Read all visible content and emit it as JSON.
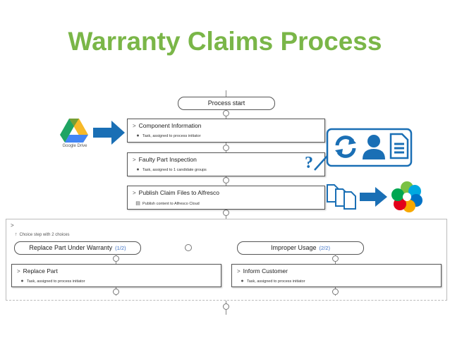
{
  "title": "Warranty Claims Process",
  "process_start": "Process start",
  "tasks": [
    {
      "title": "Component Information",
      "subtitle": "Task, assigned to process initiator",
      "sub_icon": "person-icon"
    },
    {
      "title": "Faulty Part Inspection",
      "subtitle": "Task, assigned to 1 candidate groups",
      "sub_icon": "person-icon"
    },
    {
      "title": "Publish Claim Files to Alfresco",
      "subtitle": "Publish content to Alfresco Cloud",
      "sub_icon": "document-icon"
    }
  ],
  "choice": {
    "step_label": "Choice step with 2 choices",
    "branches": [
      {
        "label": "Replace Part Under Warranty",
        "index": "(1/2)",
        "task_title": "Replace Part",
        "task_subtitle": "Task, assigned to process initiator"
      },
      {
        "label": "Improper Usage",
        "index": "(2/2)",
        "task_title": "Inform Customer",
        "task_subtitle": "Task, assigned to process initiator"
      }
    ]
  },
  "google_drive_label": "Google Drive",
  "question_mark": "?",
  "colors": {
    "title": "#7ab648",
    "arrow": "#1a6fb5",
    "callout_border": "#1a6fb5",
    "icon_blue": "#1a6fb5"
  }
}
